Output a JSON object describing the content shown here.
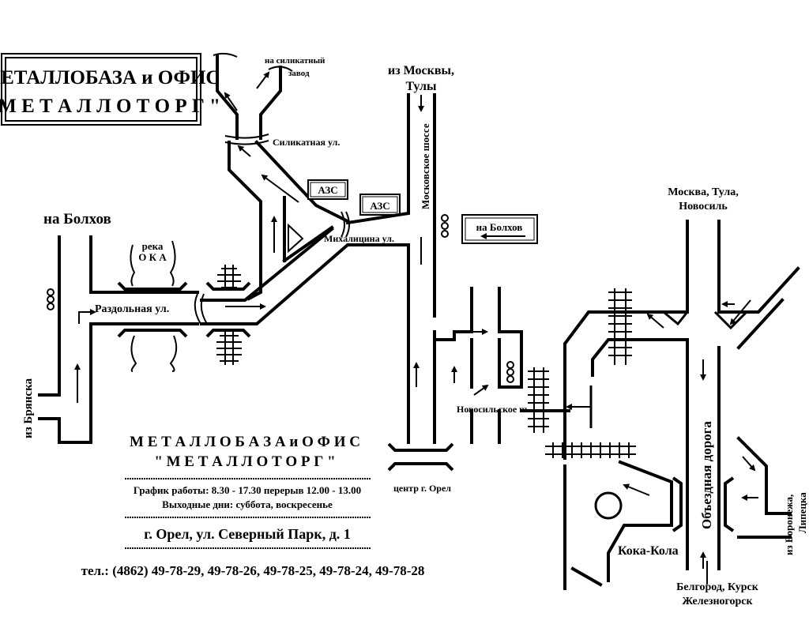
{
  "header": {
    "company_line1": "МЕТАЛЛОБАЗА и ОФИС",
    "company_line2": "\" М Е Т А Л Л О Т О Р Г \""
  },
  "info": {
    "title_line1": "М Е Т А Л Л О Б А З А  и  О Ф И С",
    "title_line2": "\" М Е Т А Л Л О Т О Р Г \"",
    "schedule": "График работы: 8.30 - 17.30 перерыв 12.00 - 13.00",
    "days_off": "Выходные дни: суббота, воскресенье",
    "address": "г. Орел, ул. Северный Парк, д. 1",
    "phones": "тел.: (4862) 49-78-29, 49-78-26, 49-78-25, 49-78-24, 49-78-28"
  },
  "labels": {
    "silicate_plant_1": "на силикатный",
    "silicate_plant_2": "завод",
    "silicate_st": "Силикатная ул.",
    "from_moscow_1": "из Москвы,",
    "from_moscow_2": "Тулы",
    "moscow_highway": "Московское шоссе",
    "gas1": "АЗС",
    "gas2": "АЗС",
    "to_bolkhov_left": "на Болхов",
    "to_bolkhov_box": "на Болхов",
    "river_1": "река",
    "river_2": "О К А",
    "razdolnaya": "Раздольная ул.",
    "mikhalitsyna": "Михалицина ул.",
    "moscow_tula_1": "Москва, Тула,",
    "moscow_tula_2": "Новосиль",
    "novosilskoe": "Новосильское ш.",
    "from_bryansk": "из Брянска",
    "center": "центр г. Орел",
    "bypass": "Объездная дорога",
    "coca_cola": "Кока-Кола",
    "from_voronezh_1": "из Воронежа,",
    "from_voronezh_2": "Липецка",
    "belgorod_1": "Белгород, Курск",
    "belgorod_2": "Железногорск"
  }
}
